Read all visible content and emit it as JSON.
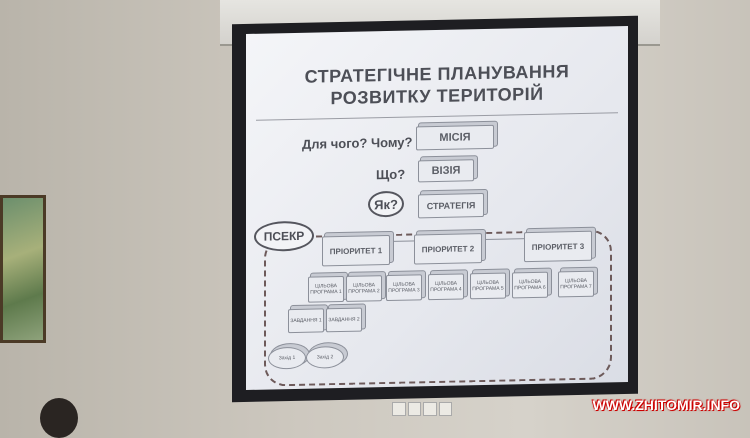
{
  "slide": {
    "title_line1": "СТРАТЕГІЧНЕ ПЛАНУВАННЯ",
    "title_line2": "РОЗВИТКУ ТЕРИТОРІЙ",
    "q1": "Для чого? Чому?",
    "mission": "МІСІЯ",
    "q2": "Що?",
    "vision": "ВІЗІЯ",
    "q3": "Як?",
    "strategy": "СТРАТЕГІЯ",
    "group_label": "ПСЕКР",
    "priorities": [
      "ПРІОРИТЕТ 1",
      "ПРІОРИТЕТ 2",
      "ПРІОРИТЕТ 3"
    ],
    "programs": [
      "ЦІЛЬОВА ПРОГРАМА 1",
      "ЦІЛЬОВА ПРОГРАМА 2",
      "ЦІЛЬОВА ПРОГРАМА 3",
      "ЦІЛЬОВА ПРОГРАМА 4",
      "ЦІЛЬОВА ПРОГРАМА 5",
      "ЦІЛЬОВА ПРОГРАМА 6",
      "ЦІЛЬОВА ПРОГРАМА 7"
    ],
    "tasks": [
      "ЗАВДАННЯ 1",
      "ЗАВДАННЯ 2"
    ],
    "actions": [
      "Захід 1",
      "Захід 2"
    ]
  },
  "watermark": "WWW.ZHITOMIR.INFO"
}
